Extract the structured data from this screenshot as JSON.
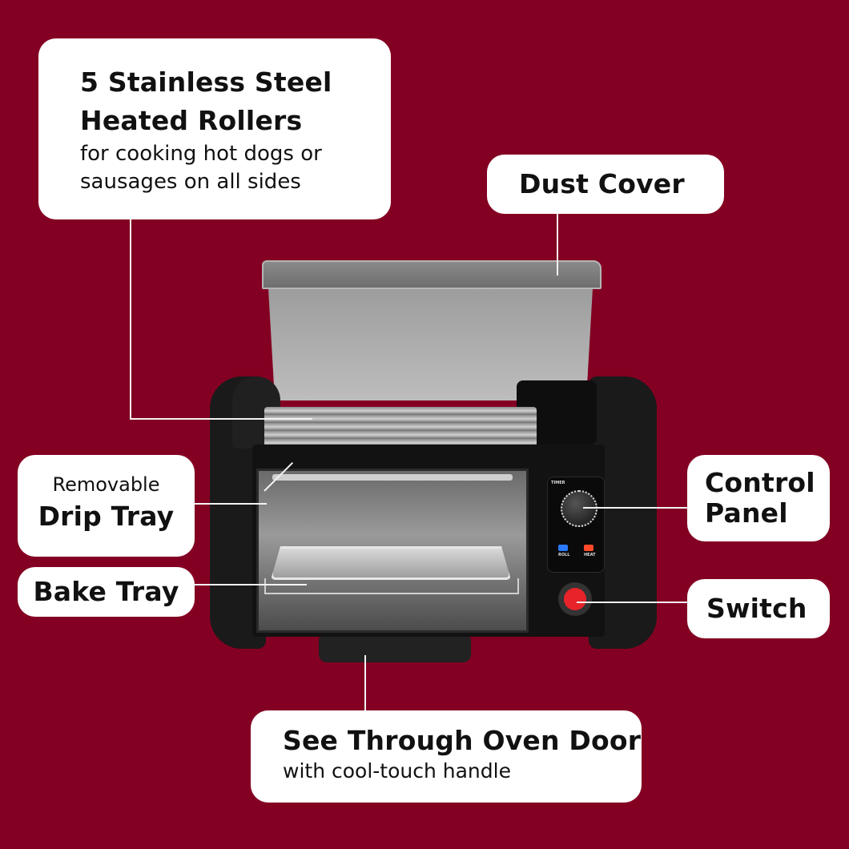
{
  "background_color": "#830022",
  "callouts": {
    "rollers": {
      "title_line1": "5 Stainless Steel",
      "title_line2": "Heated Rollers",
      "desc_line1": "for cooking hot dogs or",
      "desc_line2": "sausages on all sides"
    },
    "dust_cover": {
      "title": "Dust Cover"
    },
    "drip_tray": {
      "pre": "Removable",
      "title": "Drip Tray"
    },
    "bake_tray": {
      "title": "Bake Tray"
    },
    "control_panel": {
      "title_line1": "Control",
      "title_line2": "Panel"
    },
    "switch": {
      "title": "Switch"
    },
    "oven_door": {
      "title": "See Through Oven Door",
      "desc": "with cool-touch handle"
    }
  },
  "control_panel": {
    "timer_label": "TIMER",
    "led_left": "ROLL",
    "led_right": "HEAT",
    "led_left_color": "#2a7bff",
    "led_right_color": "#ff4a2a"
  },
  "switch_color": "#e8232a"
}
